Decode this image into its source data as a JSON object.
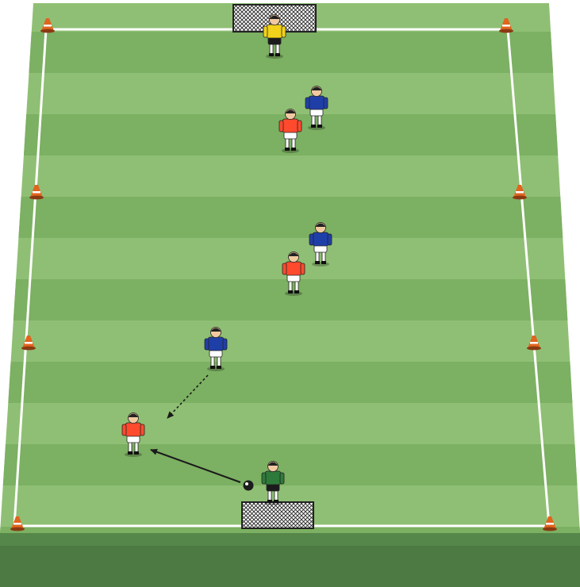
{
  "colors": {
    "grass_light": "#8fbf74",
    "grass_dark": "#7cb062",
    "pitch_edge": "#6e9d58",
    "pitch_front": "#56874a",
    "lines": "#ffffff",
    "team_red": "#ff4a2e",
    "team_blue": "#1f3fa8",
    "goalkeeper_top": "#f2d21a",
    "goalkeeper_bottom": "#2e7a3a",
    "cone": "#e0651f",
    "arrow": "#1a1a1a"
  },
  "icons": {
    "cone": "cone-icon",
    "goal": "goal-net-icon",
    "player": "player-icon",
    "ball": "soccer-ball-icon",
    "pass_arrow": "arrow-icon"
  },
  "players": [
    {
      "role": "goalkeeper",
      "team": "yellow"
    },
    {
      "role": "field",
      "team": "blue"
    },
    {
      "role": "field",
      "team": "red"
    },
    {
      "role": "field",
      "team": "blue"
    },
    {
      "role": "field",
      "team": "red"
    },
    {
      "role": "field",
      "team": "blue"
    },
    {
      "role": "field",
      "team": "red"
    },
    {
      "role": "goalkeeper",
      "team": "green"
    }
  ],
  "passes": [
    {
      "from": "goalkeeper-bottom",
      "to": "red-player-bottom"
    },
    {
      "from": "blue-player-bottom",
      "to": "red-player-bottom"
    }
  ],
  "cone_count": 8,
  "goal_count": 2
}
